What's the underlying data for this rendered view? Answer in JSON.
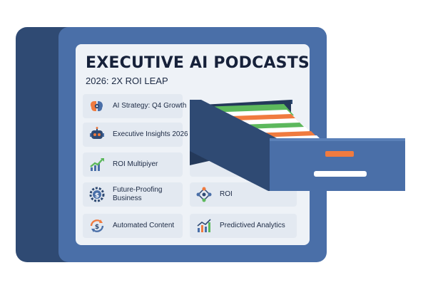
{
  "poster": {
    "title": "EXECUTIVE AI PODCASTS",
    "subtitle": "2026: 2X ROI LEAP"
  },
  "tiles": [
    {
      "label": "AI Strategy: Q4 Growth",
      "icon": "brain-gear-icon"
    },
    {
      "label": "Executive Insights 2026",
      "icon": "robot-icon"
    },
    {
      "label": "ROI Multipiyer",
      "icon": "growth-chart-icon"
    },
    {
      "label": "Future-Proofing Business",
      "icon": "gear-dollar-icon"
    },
    {
      "label": "Automated Content",
      "icon": "dollar-cycle-icon"
    },
    {
      "label": "ROI",
      "icon": "network-icon"
    },
    {
      "label": "Predictived Analytics",
      "icon": "bar-chart-icon"
    }
  ],
  "colors": {
    "cabinet_dark": "#2f4a73",
    "cabinet": "#4a6fa8",
    "panel": "#eef2f7",
    "folder_green": "#5cb85c",
    "folder_orange": "#f07b3f",
    "title": "#16213a"
  }
}
